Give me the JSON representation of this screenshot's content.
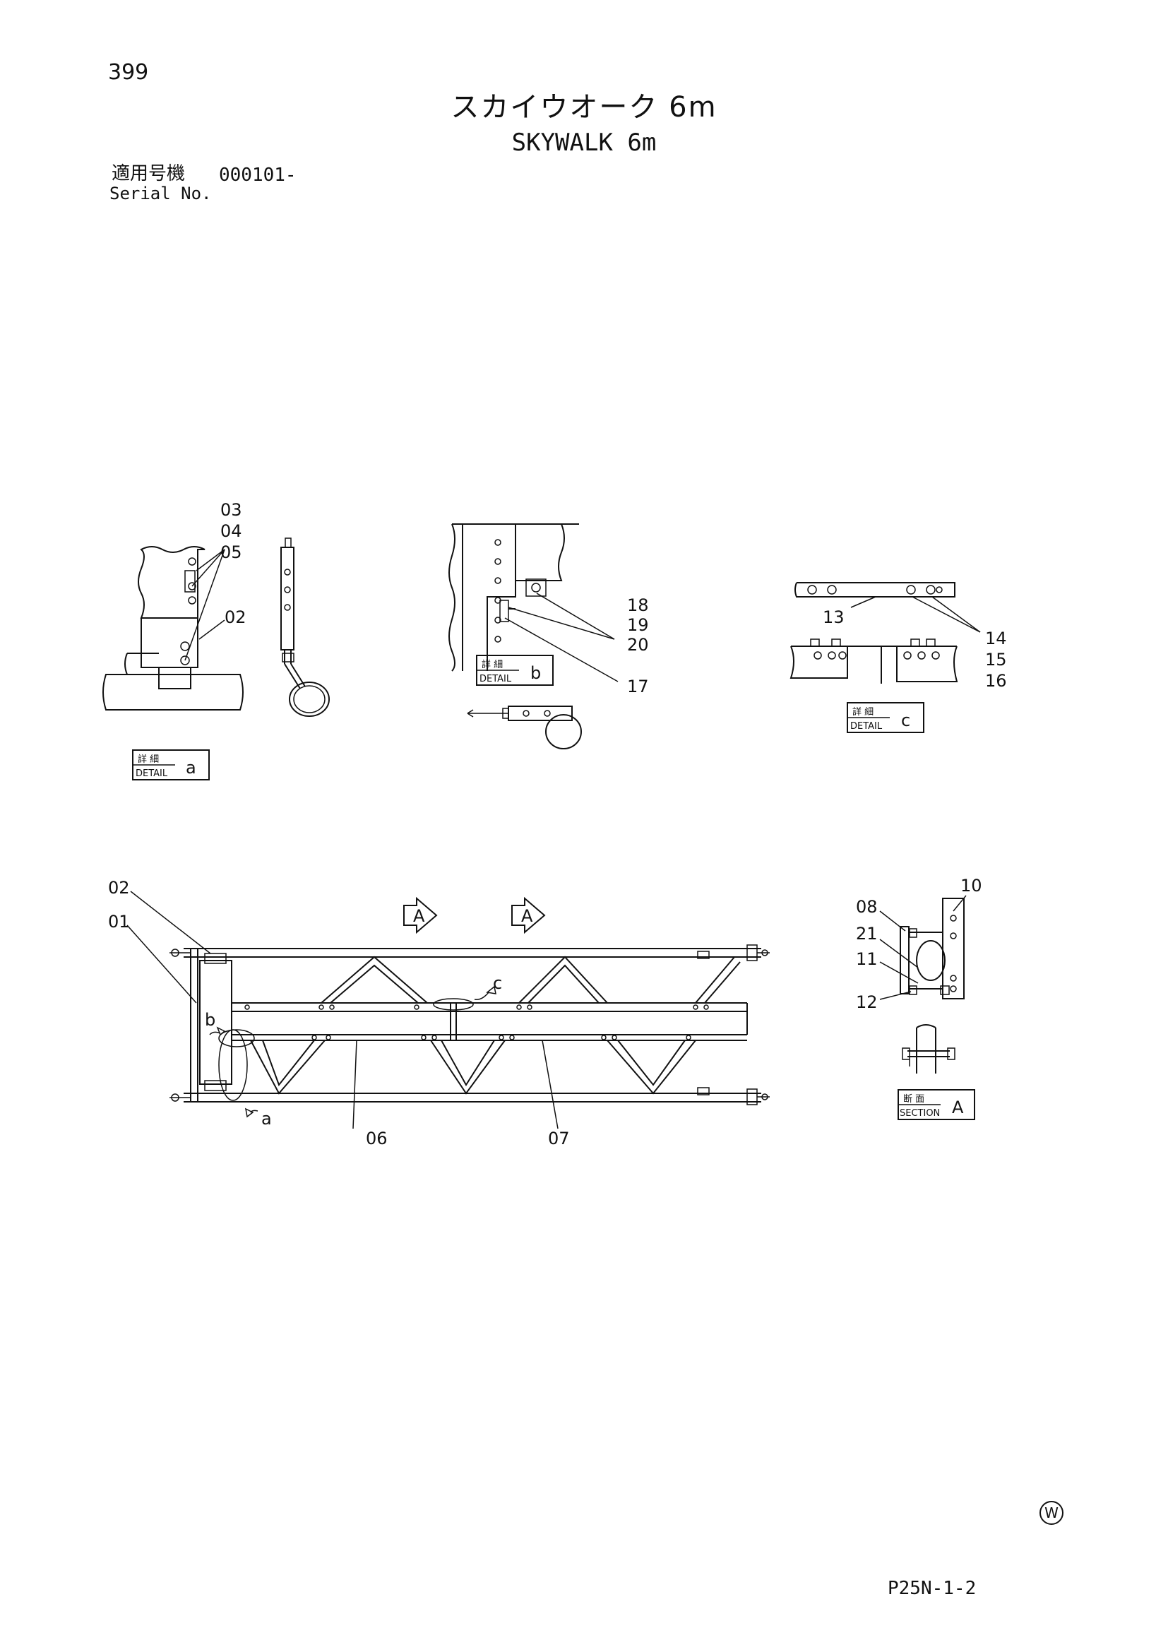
{
  "page_number": "399",
  "title": {
    "japanese": "スカイウオーク 6m",
    "english": "SKYWALK 6m"
  },
  "serial": {
    "label_japanese": "適用号機",
    "label_english": "Serial No.",
    "value": "000101-"
  },
  "detail_a": {
    "box_top": "詳 細",
    "box_bottom": "DETAIL",
    "letter": "a",
    "labels": {
      "p03": "03",
      "p04": "04",
      "p05": "05",
      "p02": "02"
    }
  },
  "detail_b": {
    "box_top": "詳 細",
    "box_bottom": "DETAIL",
    "letter": "b",
    "labels": {
      "p18": "18",
      "p19": "19",
      "p20": "20",
      "p17": "17"
    }
  },
  "detail_c": {
    "box_top": "詳 細",
    "box_bottom": "DETAIL",
    "letter": "c",
    "labels": {
      "p13": "13",
      "p14": "14",
      "p15": "15",
      "p16": "16"
    }
  },
  "main_view": {
    "labels": {
      "p02": "02",
      "p01": "01",
      "p06": "06",
      "p07": "07"
    },
    "section_marker": "A",
    "callouts": {
      "a": "a",
      "b": "b",
      "c": "c"
    }
  },
  "section_a": {
    "box_top": "断 面",
    "box_bottom": "SECTION",
    "letter": "A",
    "labels": {
      "p10": "10",
      "p08": "08",
      "p21": "21",
      "p11": "11",
      "p12": "12"
    }
  },
  "watermark": "W",
  "drawing_code": "P25N-1-2"
}
